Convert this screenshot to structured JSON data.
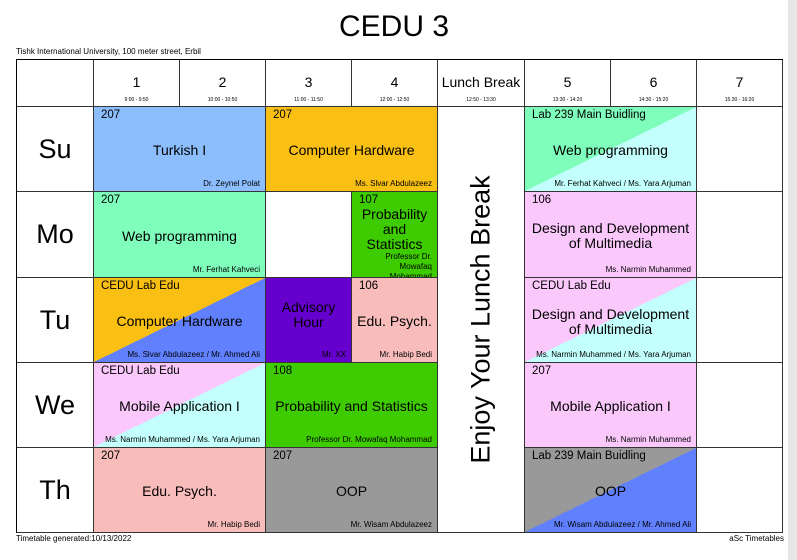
{
  "title": "CEDU 3",
  "address": "Tishk International University, 100 meter street, Erbil",
  "periods": [
    {
      "label": "1",
      "time": "9:00 - 9:50"
    },
    {
      "label": "2",
      "time": "10:00 - 10:50"
    },
    {
      "label": "3",
      "time": "11:00 - 11:50"
    },
    {
      "label": "4",
      "time": "12:00 - 12:50"
    },
    {
      "label": "Lunch Break",
      "time": "12:50 - 13:30"
    },
    {
      "label": "5",
      "time": "13:30 - 14:20"
    },
    {
      "label": "6",
      "time": "14:30 - 15:20"
    },
    {
      "label": "7",
      "time": "15:30 - 16:20"
    }
  ],
  "days": [
    "Su",
    "Mo",
    "Tu",
    "We",
    "Th"
  ],
  "lunch_text": "Enjoy Your Lunch Break",
  "lessons": [
    {
      "day": 0,
      "col": 0,
      "span": 2,
      "room": "207",
      "subject": "Turkish I",
      "teacher": "Dr. Zeynel Polat",
      "color": "#8cbdfd"
    },
    {
      "day": 0,
      "col": 2,
      "span": 2,
      "room": "207",
      "subject": "Computer Hardware",
      "teacher": "Ms. Slvar Abdulazeez",
      "color": "#f9bf13"
    },
    {
      "day": 0,
      "col": 5,
      "span": 2,
      "room": "Lab 239 Main Buidling",
      "subject": "Web programming",
      "teacher": "Mr. Ferhat Kahveci / Ms. Yara Arjuman",
      "color": "#7ffdbb",
      "color2": "#c2fffd"
    },
    {
      "day": 1,
      "col": 0,
      "span": 2,
      "room": "207",
      "subject": "Web programming",
      "teacher": "Mr. Ferhat Kahveci",
      "color": "#7ffdbb"
    },
    {
      "day": 1,
      "col": 3,
      "span": 1,
      "room": "107",
      "subject": "Probability and Statistics",
      "teacher": "Professor Dr. Mowafaq Mohammad",
      "color": "#3ecc00"
    },
    {
      "day": 1,
      "col": 5,
      "span": 2,
      "room": "106",
      "subject": "Design and Development of Multimedia",
      "teacher": "Ms. Narmin Muhammed",
      "color": "#fbc8fb"
    },
    {
      "day": 2,
      "col": 0,
      "span": 2,
      "room": "CEDU Lab Edu",
      "subject": "Computer Hardware",
      "teacher": "Ms. Slvar Abdulazeez / Mr. Ahmed Ali",
      "color": "#f9bf13",
      "color2": "#6080fd"
    },
    {
      "day": 2,
      "col": 2,
      "span": 1,
      "room": "",
      "subject": "Advisory Hour",
      "teacher": "Mr. XX",
      "color": "#6600cc"
    },
    {
      "day": 2,
      "col": 3,
      "span": 1,
      "room": "106",
      "subject": "Edu. Psych.",
      "teacher": "Mr. Habip Bedi",
      "color": "#f8bdbb"
    },
    {
      "day": 2,
      "col": 5,
      "span": 2,
      "room": "CEDU Lab Edu",
      "subject": "Design and Development of Multimedia",
      "teacher": "Ms. Narmin Muhammed / Ms. Yara Arjuman",
      "color": "#fbc8fb",
      "color2": "#c2fffd"
    },
    {
      "day": 3,
      "col": 0,
      "span": 2,
      "room": "CEDU Lab Edu",
      "subject": "Mobile Application I",
      "teacher": "Ms. Narmin Muhammed / Ms. Yara Arjuman",
      "color": "#fbc8fb",
      "color2": "#c2fffd"
    },
    {
      "day": 3,
      "col": 2,
      "span": 2,
      "room": "108",
      "subject": "Probability and Statistics",
      "teacher": "Professor Dr. Mowafaq Mohammad",
      "color": "#3ecc00"
    },
    {
      "day": 3,
      "col": 5,
      "span": 2,
      "room": "207",
      "subject": "Mobile Application I",
      "teacher": "Ms. Narmin Muhammed",
      "color": "#fbc8fb"
    },
    {
      "day": 4,
      "col": 0,
      "span": 2,
      "room": "207",
      "subject": "Edu. Psych.",
      "teacher": "Mr. Habip Bedi",
      "color": "#f8bdbb"
    },
    {
      "day": 4,
      "col": 2,
      "span": 2,
      "room": "207",
      "subject": "OOP",
      "teacher": "Mr. Wisam Abdulazeez",
      "color": "#999999"
    },
    {
      "day": 4,
      "col": 5,
      "span": 2,
      "room": "Lab 239 Main Buidling",
      "subject": "OOP",
      "teacher": "Mr. Wisam Abdulazeez / Mr. Ahmed Ali",
      "color": "#999999",
      "color2": "#6080fd"
    }
  ],
  "empty_slots": [
    {
      "day": 0,
      "col": 7
    },
    {
      "day": 1,
      "col": 2
    },
    {
      "day": 1,
      "col": 7
    },
    {
      "day": 2,
      "col": 7
    },
    {
      "day": 3,
      "col": 7
    },
    {
      "day": 4,
      "col": 7
    }
  ],
  "footer": {
    "generated": "Timetable generated:10/13/2022",
    "brand": "aSc Timetables"
  }
}
